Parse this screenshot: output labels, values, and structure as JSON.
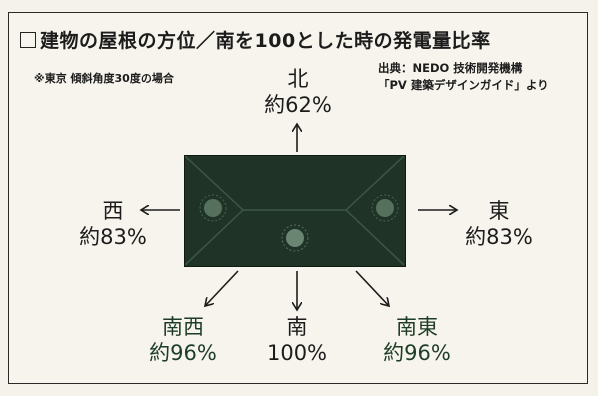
{
  "title": "建物の屋根の方位／南を100とした時の発電量比率",
  "note": "※東京 傾斜角度30度の場合",
  "source": {
    "line1": "出典：NEDO 技術開発機構",
    "line2": "「PV 建築デザインガイド」より"
  },
  "directions": {
    "north": {
      "name": "北",
      "value": "約62%"
    },
    "west": {
      "name": "西",
      "value": "約83%"
    },
    "east": {
      "name": "東",
      "value": "約83%"
    },
    "southwest": {
      "name": "南西",
      "value": "約96%"
    },
    "south": {
      "name": "南",
      "value": "100%"
    },
    "southeast": {
      "name": "南東",
      "value": "約96%"
    }
  },
  "colors": {
    "roof": "#1f3327",
    "highlight_text": "#1e3d28"
  }
}
